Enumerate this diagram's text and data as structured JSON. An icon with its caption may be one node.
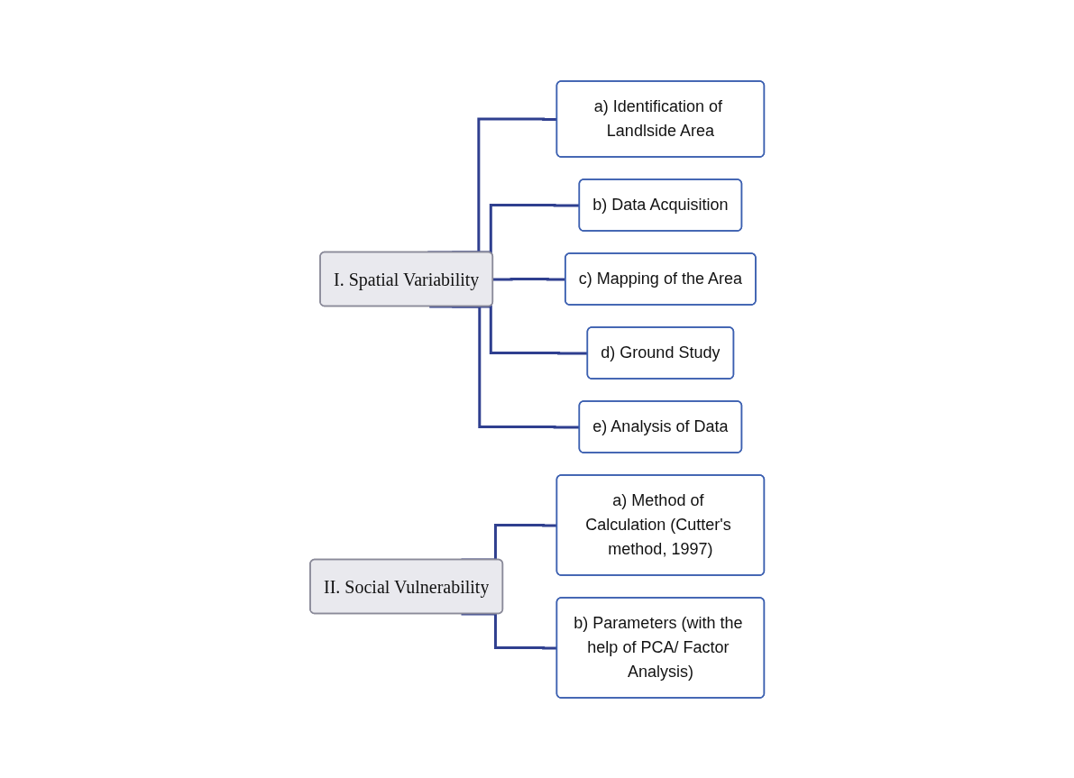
{
  "diagram": {
    "nodes": [
      {
        "text": [
          "I. Spatial Variability"
        ]
      },
      {
        "text": [
          "a) Identification of Landlside Area"
        ]
      },
      {
        "text": [
          "b) Data Acquisition"
        ]
      },
      {
        "text": [
          "c) Mapping of the Area"
        ]
      },
      {
        "text": [
          "d) Ground Study"
        ]
      },
      {
        "text": [
          "e) Analysis of Data"
        ]
      },
      {
        "text": [
          "II. Social Vulnerability"
        ]
      },
      {
        "text": [
          "a) Method of Calculation (Cutter's method, 1997)"
        ]
      },
      {
        "text": [
          "b) Parameters (with the help of PCA/ Factor Analysis)"
        ]
      }
    ],
    "edges": [
      {
        "from": 0,
        "to": 1,
        "arrow": "none"
      },
      {
        "from": 0,
        "to": 2,
        "arrow": "none"
      },
      {
        "from": 0,
        "to": 3,
        "arrow": "none"
      },
      {
        "from": 0,
        "to": 4,
        "arrow": "none"
      },
      {
        "from": 0,
        "to": 5,
        "arrow": "none"
      },
      {
        "from": 6,
        "to": 7,
        "arrow": "none"
      },
      {
        "from": 6,
        "to": 8,
        "arrow": "none"
      }
    ]
  }
}
